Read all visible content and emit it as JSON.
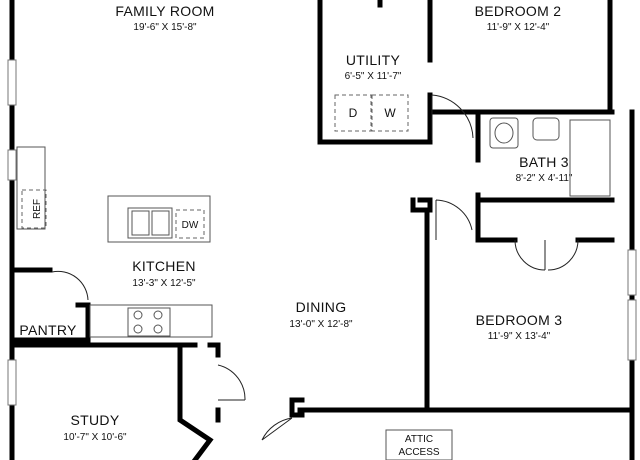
{
  "rooms": {
    "family_room": {
      "name": "FAMILY ROOM",
      "dims": "19'-6\" X 15'-8\""
    },
    "bedroom_2": {
      "name": "BEDROOM 2",
      "dims": "11'-9\" X 12'-4\""
    },
    "utility": {
      "name": "UTILITY",
      "dims": "6'-5\" X 11'-7\""
    },
    "bath_3": {
      "name": "BATH 3",
      "dims": "8'-2\" X 4'-11\""
    },
    "kitchen": {
      "name": "KITCHEN",
      "dims": "13'-3\" X 12'-5\""
    },
    "dining": {
      "name": "DINING",
      "dims": "13'-0\" X 12'-8\""
    },
    "bedroom_3": {
      "name": "BEDROOM 3",
      "dims": "11'-9\" X 13'-4\""
    },
    "pantry": {
      "name": "PANTRY"
    },
    "study": {
      "name": "STUDY",
      "dims": "10'-7\" X 10'-6\""
    }
  },
  "appliances": {
    "dryer": "D",
    "washer": "W",
    "dishwasher": "DW",
    "refrigerator": "REF"
  },
  "attic": {
    "line1": "ATTIC",
    "line2": "ACCESS"
  }
}
